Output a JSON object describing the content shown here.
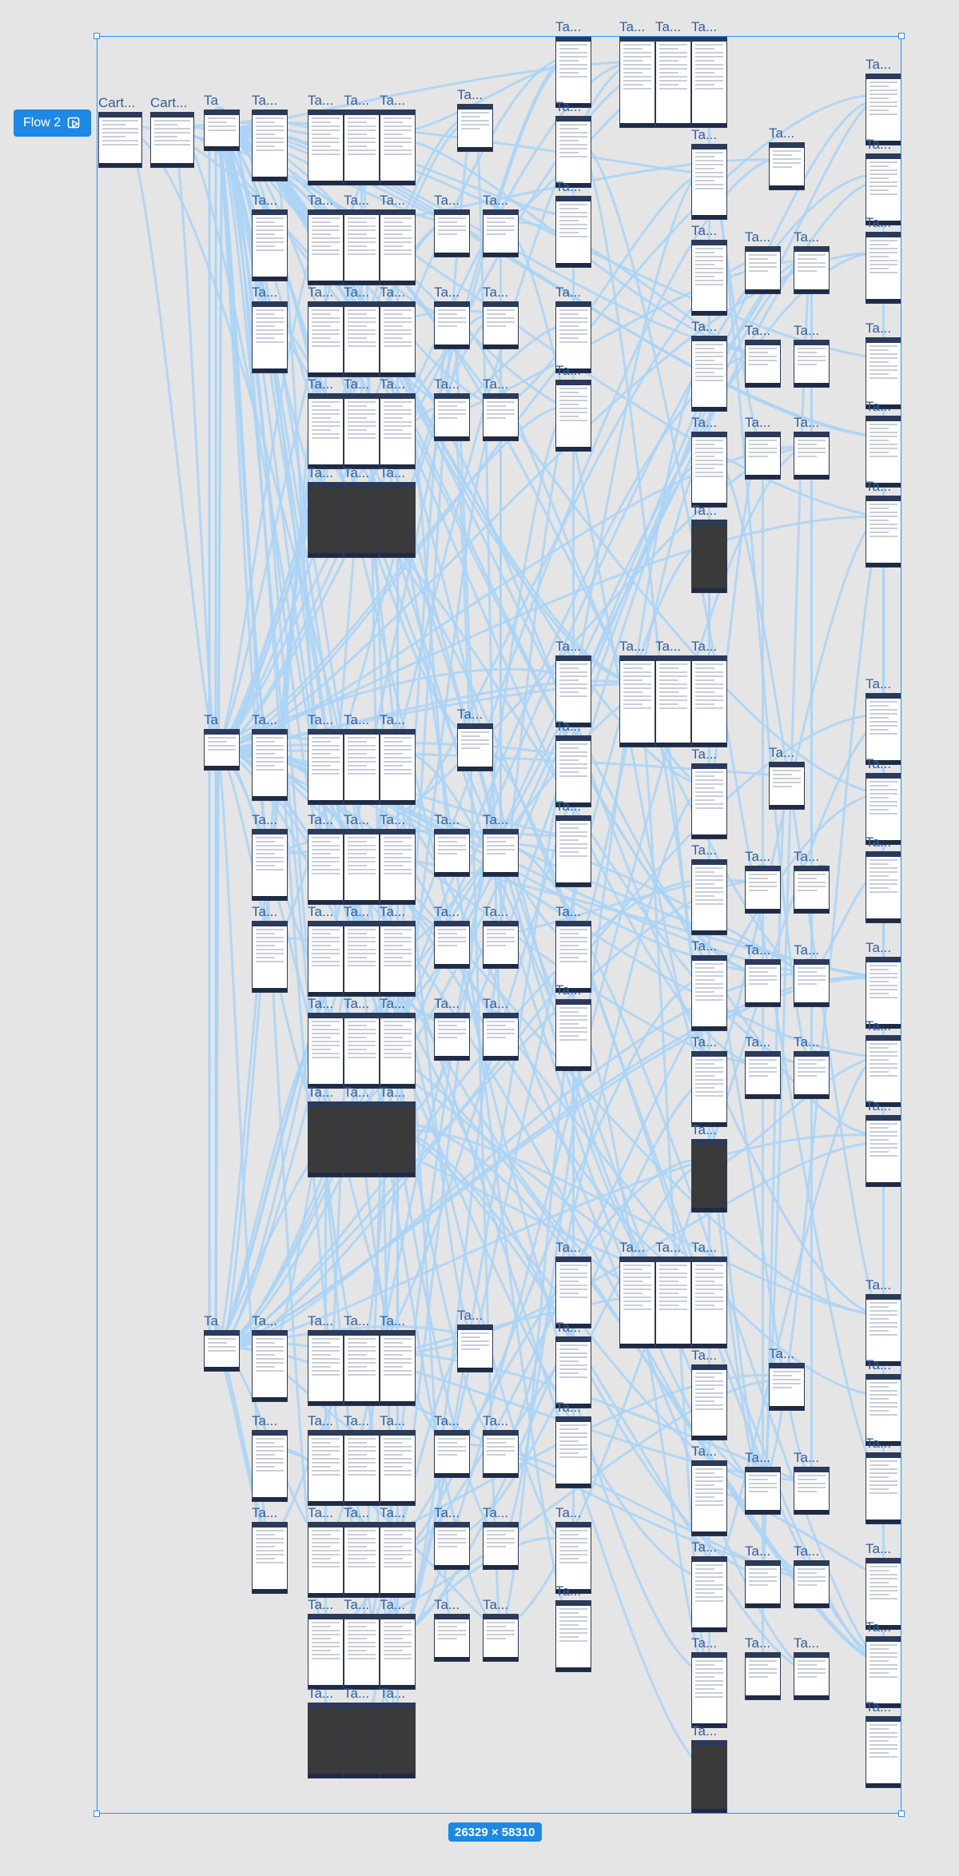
{
  "flow_badge": {
    "label": "Flow 2",
    "icon": "play-flow-icon"
  },
  "selection_size": "26329 × 58310",
  "frame_label_cart": "Cart...",
  "frame_label_tab": "Ta...",
  "frame_label_tab_short": "Ta",
  "colors": {
    "canvas": "#e5e5e5",
    "selection": "#1e90ff",
    "connector": "#a9d4f7",
    "badge": "#1e88e5",
    "label": "#2f5f9e"
  }
}
